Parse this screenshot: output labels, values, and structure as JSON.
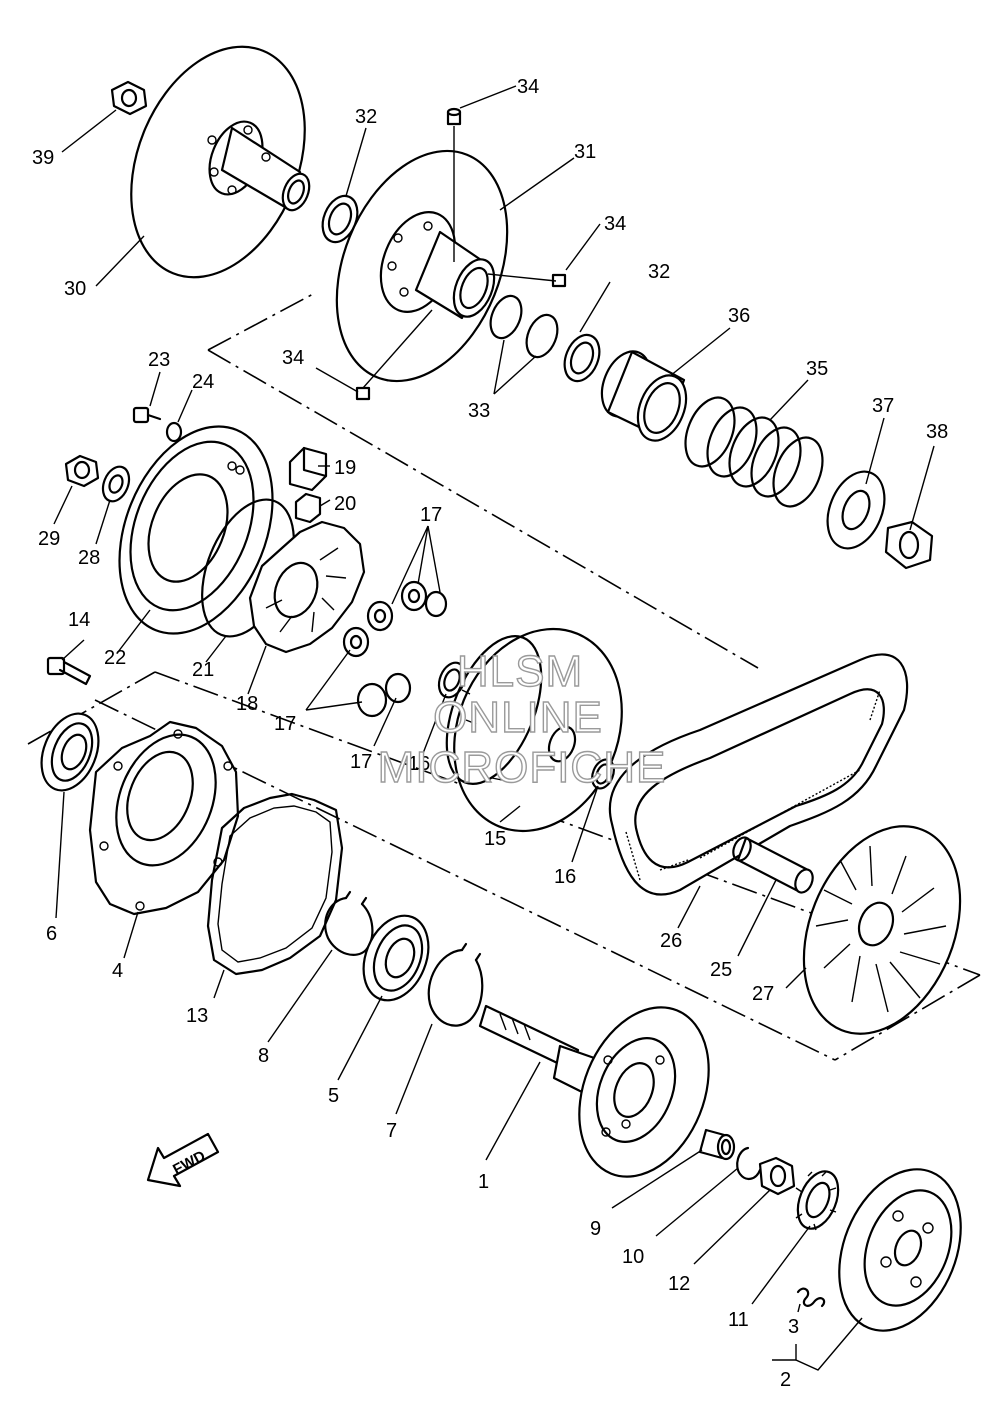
{
  "callouts": {
    "c1": "1",
    "c2": "2",
    "c3": "3",
    "c4": "4",
    "c5": "5",
    "c6": "6",
    "c7": "7",
    "c8": "8",
    "c9": "9",
    "c10": "10",
    "c11": "11",
    "c12": "12",
    "c13": "13",
    "c14": "14",
    "c15": "15",
    "c16a": "16",
    "c16b": "16",
    "c17a": "17",
    "c17b": "17",
    "c17c": "17",
    "c18": "18",
    "c19": "19",
    "c20": "20",
    "c21": "21",
    "c22": "22",
    "c23": "23",
    "c24": "24",
    "c25": "25",
    "c26": "26",
    "c27": "27",
    "c28": "28",
    "c29": "29",
    "c30": "30",
    "c31": "31",
    "c32a": "32",
    "c32b": "32",
    "c33": "33",
    "c34a": "34",
    "c34b": "34",
    "c34c": "34",
    "c35": "35",
    "c36": "36",
    "c37": "37",
    "c38": "38",
    "c39": "39"
  },
  "watermark": {
    "line1": "HLSM",
    "line2": "ONLINE",
    "line3": "MICROFICHE"
  },
  "direction_arrow": {
    "label": "FWD"
  },
  "colors": {
    "line": "#000000",
    "background": "#ffffff",
    "watermark_outline": "#9a9a9a"
  }
}
